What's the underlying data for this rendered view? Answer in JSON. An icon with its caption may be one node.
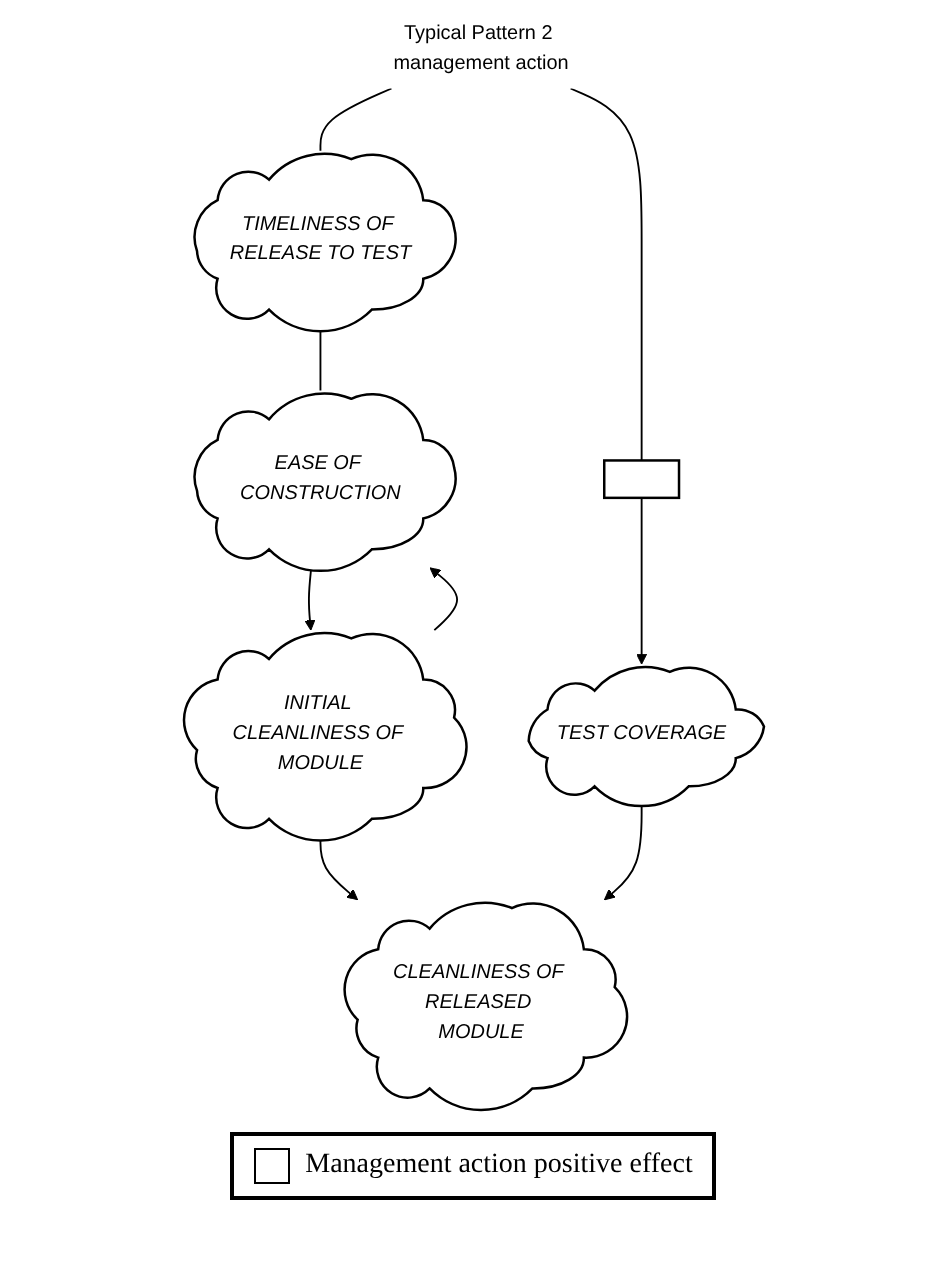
{
  "diagram": {
    "nodes": [
      {
        "text": [
          "TIMELINESS OF RELEASE TO TEST"
        ]
      },
      {
        "text": [
          "EASE OF CONSTRUCTION"
        ]
      },
      {
        "text": [
          "INITIAL CLEANLINESS OF MODULE"
        ]
      },
      {
        "text": [
          "Typical Pattern 2 management action"
        ]
      },
      {
        "text": [],
        "shape": "box"
      },
      {
        "text": [
          "TEST COVERAGE"
        ]
      },
      {
        "text": [
          "CLEANLINESS OF RELEASED MODULE"
        ]
      }
    ],
    "edges": [
      {
        "from": 0,
        "to": 1,
        "arrow": "none"
      },
      {
        "from": 2,
        "to": 1,
        "arrow": "to"
      },
      {
        "from": 1,
        "to": 2,
        "arrow": "to"
      },
      {
        "from": 2,
        "to": 6,
        "arrow": "to"
      },
      {
        "from": 3,
        "to": 0,
        "arrow": "none"
      },
      {
        "from": 3,
        "to": 4,
        "arrow": "none"
      },
      {
        "from": 4,
        "to": 5,
        "arrow": "to"
      },
      {
        "from": 5,
        "to": 6,
        "arrow": "to"
      }
    ],
    "legend": [
      {
        "text": "Management action positive effect"
      }
    ]
  }
}
